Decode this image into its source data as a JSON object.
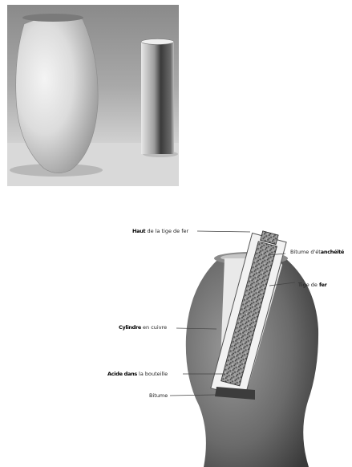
{
  "photo": {
    "description_icon": "photo-icon"
  },
  "diagram": {
    "labels": {
      "top": {
        "bold": "Haut",
        "rest": " de la tige de fer"
      },
      "bitumen_right": {
        "rest": "Bitume d'ét",
        "bold": "anchéité"
      },
      "rod": {
        "rest": "Tige de ",
        "bold": "fer"
      },
      "cylinder": {
        "bold": "Cylindre",
        "rest": " en cuivre"
      },
      "acid": {
        "bold": "Acide dans",
        "rest": " la bouteille"
      },
      "bitumen_bottom": {
        "rest": "Bitume"
      }
    }
  }
}
